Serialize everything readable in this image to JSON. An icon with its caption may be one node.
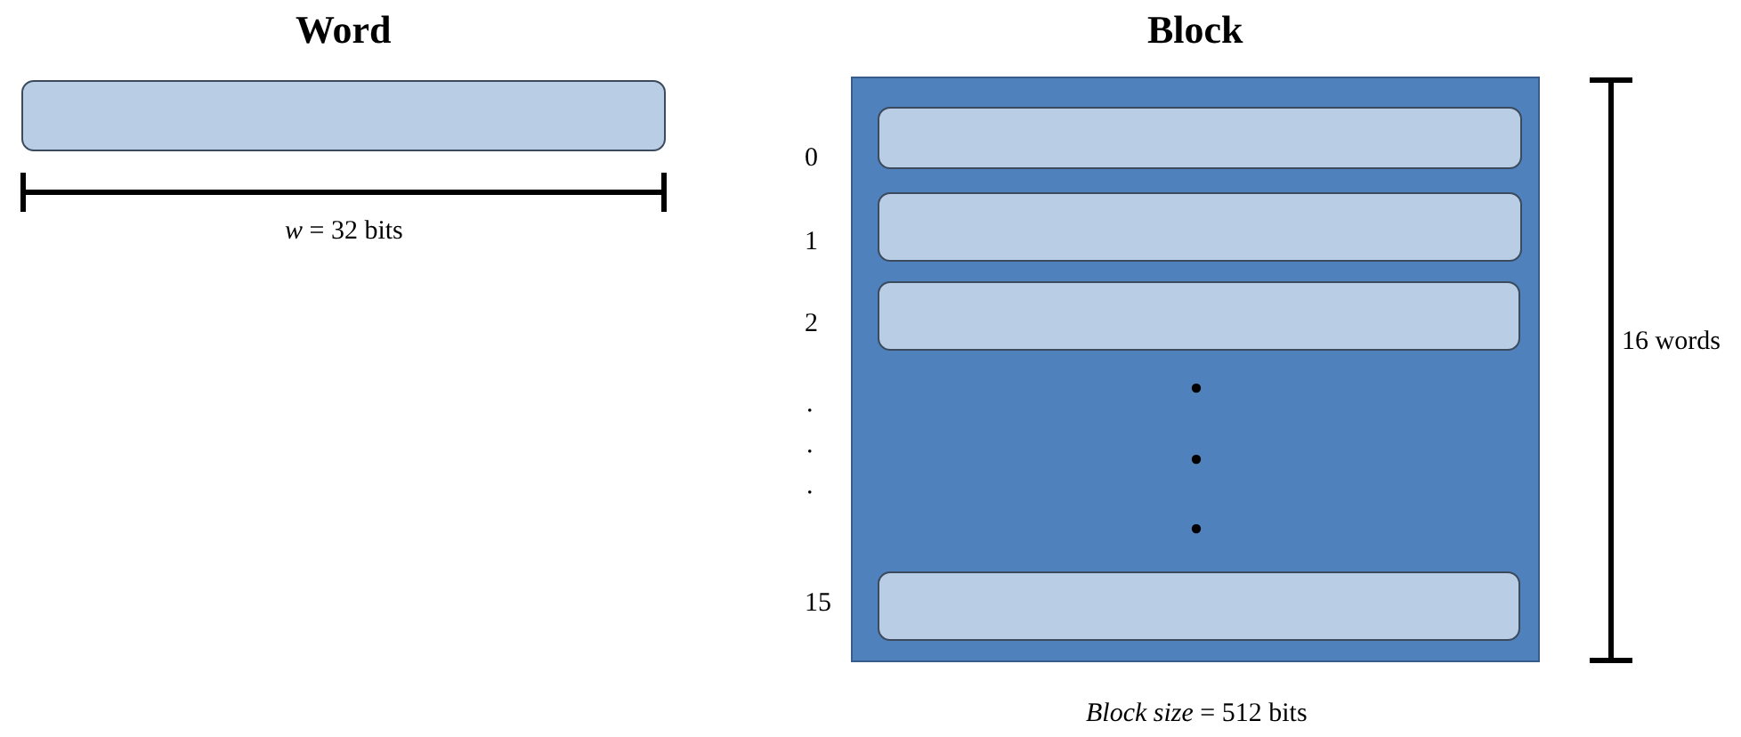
{
  "diagram": {
    "nodes": [
      {
        "text": [
          "Word"
        ]
      },
      {
        "text": [
          "Block"
        ]
      },
      {
        "text": [],
        "shape": "box",
        "in": 1
      },
      {
        "text": [],
        "shape": "box",
        "in": 1
      },
      {
        "text": [],
        "shape": "box",
        "in": 1
      },
      {
        "text": [],
        "shape": "box",
        "in": 1
      }
    ],
    "labels": [
      "*w* = 32 bits",
      "0",
      "1",
      "2",
      ".",
      ".",
      ".",
      "15",
      "16 words",
      "*Block size* = 512 bits"
    ]
  }
}
